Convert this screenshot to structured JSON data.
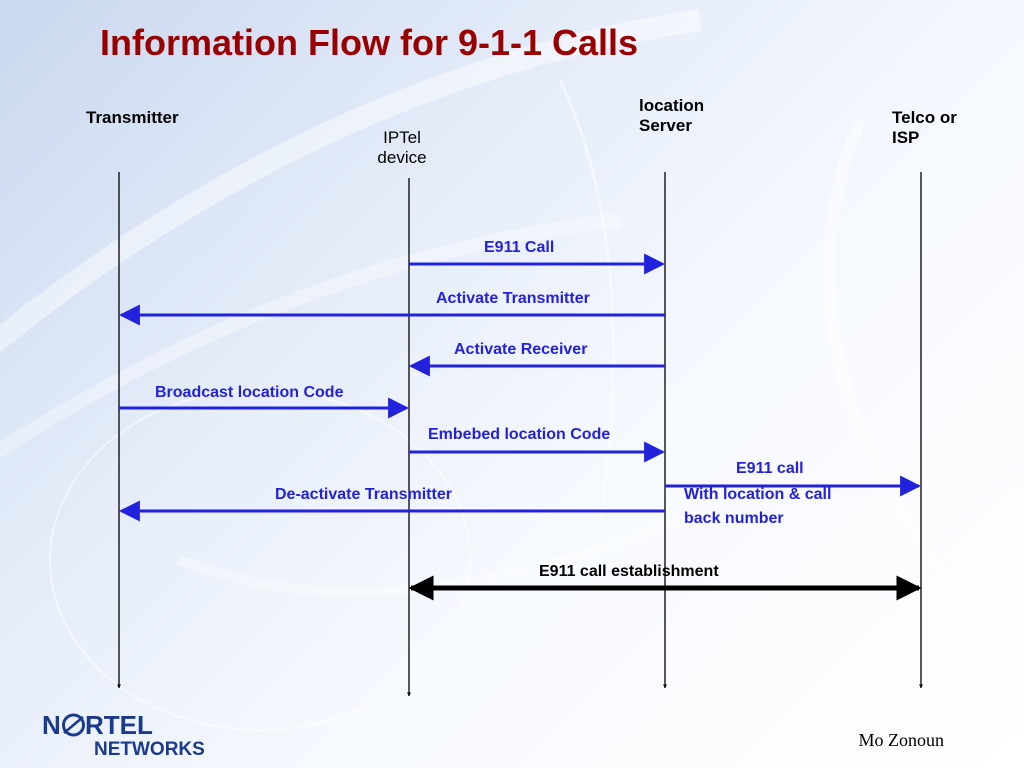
{
  "title": "Information Flow for 9-1-1 Calls",
  "actors": {
    "transmitter": "Transmitter",
    "iptel_line1": "IPTel",
    "iptel_line2": "device",
    "location_line1": "location",
    "location_line2": "Server",
    "telco_line1": "Telco or",
    "telco_line2": "ISP"
  },
  "messages": {
    "e911_call": "E911 Call",
    "activate_transmitter": "Activate Transmitter",
    "activate_receiver": "Activate Receiver",
    "broadcast_code": "Broadcast location Code",
    "embed_code": "Embebed location Code",
    "e911_call_2": "E911 call",
    "with_location_1": "With location & call",
    "with_location_2": "back number",
    "deactivate_transmitter": "De-activate Transmitter",
    "establishment": "E911 call establishment"
  },
  "logo": {
    "line1": "NORTEL",
    "line2": "NETWORKS"
  },
  "author": "Mo Zonoun",
  "colors": {
    "title": "#990000",
    "message": "#2222dd",
    "logo": "#1a3a8c"
  }
}
